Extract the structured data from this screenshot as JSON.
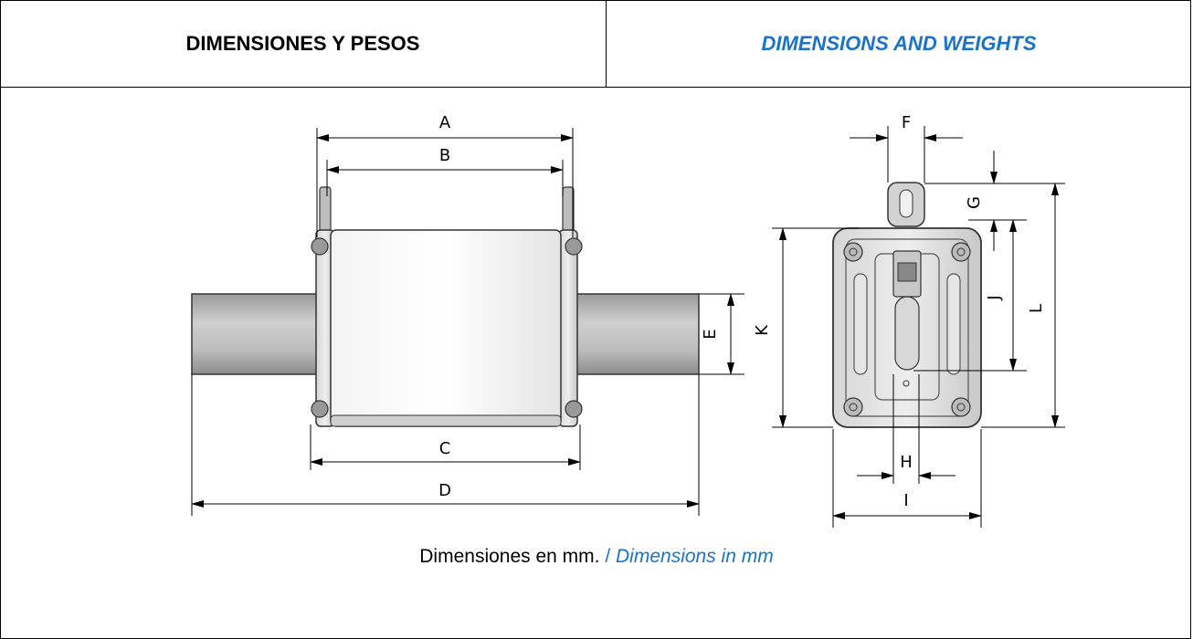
{
  "header": {
    "title_es": "DIMENSIONES Y PESOS",
    "title_en": "DIMENSIONS AND WEIGHTS"
  },
  "drawing": {
    "side_view_labels": [
      "A",
      "B",
      "C",
      "D",
      "E"
    ],
    "end_view_labels": [
      "F",
      "G",
      "H",
      "I",
      "J",
      "K",
      "L"
    ]
  },
  "caption": {
    "es": "Dimensiones en mm.",
    "separator": " / ",
    "en": "Dimensions in mm"
  },
  "colors": {
    "accent_blue": "#1a73c7",
    "text": "#000000"
  }
}
